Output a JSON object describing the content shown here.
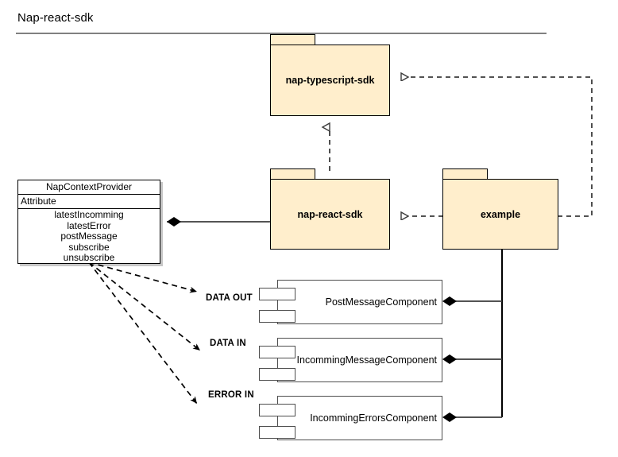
{
  "diagram": {
    "type": "uml-package-component-diagram",
    "frame_title": "Nap-react-sdk",
    "background_color": "#ffffff",
    "package_fill_color": "#ffeecc",
    "package_stroke_color": "#000000",
    "component_stroke_color": "#4d4d4d",
    "rule_color": "#808080"
  },
  "packages": [
    {
      "id": "nap-typescript-sdk",
      "label": "nap-typescript-sdk"
    },
    {
      "id": "nap-react-sdk",
      "label": "nap-react-sdk"
    },
    {
      "id": "example",
      "label": "example"
    }
  ],
  "class_box": {
    "title": "NapContextProvider",
    "section_label": "Attribute",
    "members": [
      "latestIncomming",
      "latestError",
      "postMessage",
      "subscribe",
      "unsubscribe"
    ]
  },
  "components": [
    {
      "id": "post-message-component",
      "label": "PostMessageComponent"
    },
    {
      "id": "incomming-message-component",
      "label": "IncommingMessageComponent"
    },
    {
      "id": "incomming-errors-component",
      "label": "IncommingErrorsComponent"
    }
  ],
  "edge_labels": [
    {
      "id": "data-out",
      "text": "DATA OUT"
    },
    {
      "id": "data-in",
      "text": "DATA IN"
    },
    {
      "id": "error-in",
      "text": "ERROR IN"
    }
  ],
  "relations": [
    {
      "from": "nap-react-sdk",
      "to": "nap-typescript-sdk",
      "kind": "realization-dashed-hollow-arrow"
    },
    {
      "from": "example",
      "to": "nap-typescript-sdk",
      "kind": "dependency-dashed-open-arrow"
    },
    {
      "from": "example",
      "to": "nap-react-sdk",
      "kind": "dependency-dashed-open-arrow"
    },
    {
      "from": "NapContextProvider",
      "to": "nap-react-sdk",
      "kind": "composition-filled-diamond"
    },
    {
      "from": "example",
      "to": "PostMessageComponent",
      "kind": "composition-filled-diamond"
    },
    {
      "from": "example",
      "to": "IncommingMessageComponent",
      "kind": "composition-filled-diamond"
    },
    {
      "from": "example",
      "to": "IncommingErrorsComponent",
      "kind": "composition-filled-diamond"
    },
    {
      "from": "NapContextProvider",
      "to": "PostMessageComponent",
      "kind": "dependency-dashed-arrow",
      "label": "DATA OUT"
    },
    {
      "from": "NapContextProvider",
      "to": "IncommingMessageComponent",
      "kind": "dependency-dashed-arrow",
      "label": "DATA IN"
    },
    {
      "from": "NapContextProvider",
      "to": "IncommingErrorsComponent",
      "kind": "dependency-dashed-arrow",
      "label": "ERROR IN"
    }
  ]
}
